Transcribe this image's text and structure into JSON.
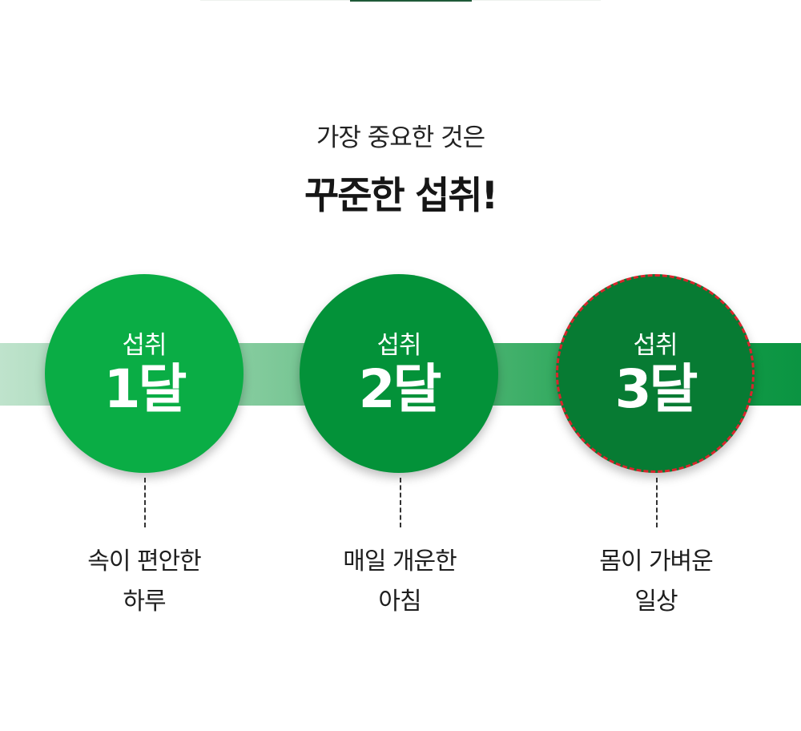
{
  "header": {
    "subtitle": "가장 중요한 것은",
    "headline": "꾸준한 섭취!"
  },
  "steps": [
    {
      "label": "섭취",
      "period": "1달",
      "caption_line1": "속이 편안한",
      "caption_line2": "하루"
    },
    {
      "label": "섭취",
      "period": "2달",
      "caption_line1": "매일 개운한",
      "caption_line2": "아침"
    },
    {
      "label": "섭취",
      "period": "3달",
      "caption_line1": "몸이 가벼운",
      "caption_line2": "일상"
    }
  ],
  "colors": {
    "green_light": "#0aad45",
    "green_mid": "#039239",
    "green_dark": "#077b33",
    "highlight_dash": "#d8262c"
  }
}
